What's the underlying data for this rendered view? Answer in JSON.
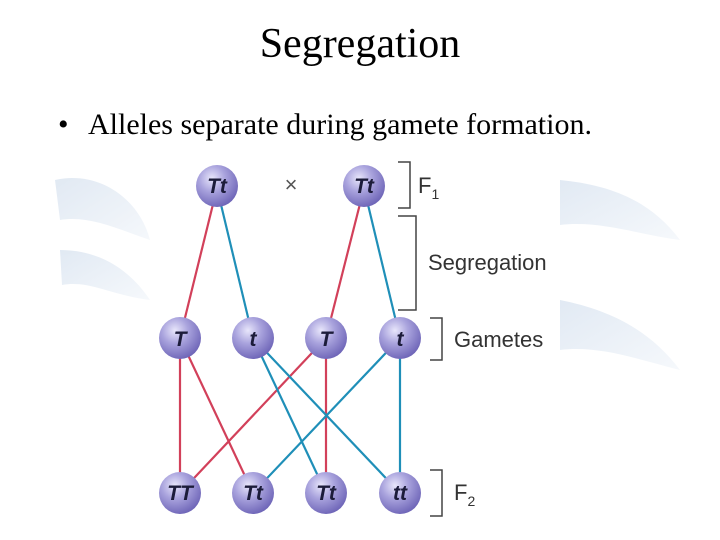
{
  "title": "Segregation",
  "bullet": "Alleles separate during gamete formation.",
  "cross_symbol": "×",
  "nodes": {
    "parent1": "Tt",
    "parent2": "Tt",
    "gamete1": "T",
    "gamete2": "t",
    "gamete3": "T",
    "gamete4": "t",
    "offspring1": "TT",
    "offspring2": "Tt",
    "offspring3": "Tt",
    "offspring4": "tt"
  },
  "labels": {
    "f1": "F",
    "f1_sub": "1",
    "segregation": "Segregation",
    "gametes": "Gametes",
    "f2": "F",
    "f2_sub": "2"
  },
  "colors": {
    "red_line": "#d2405a",
    "blue_line": "#1f8fb8",
    "node_fill": "#9b94d4",
    "bracket": "#444444"
  }
}
